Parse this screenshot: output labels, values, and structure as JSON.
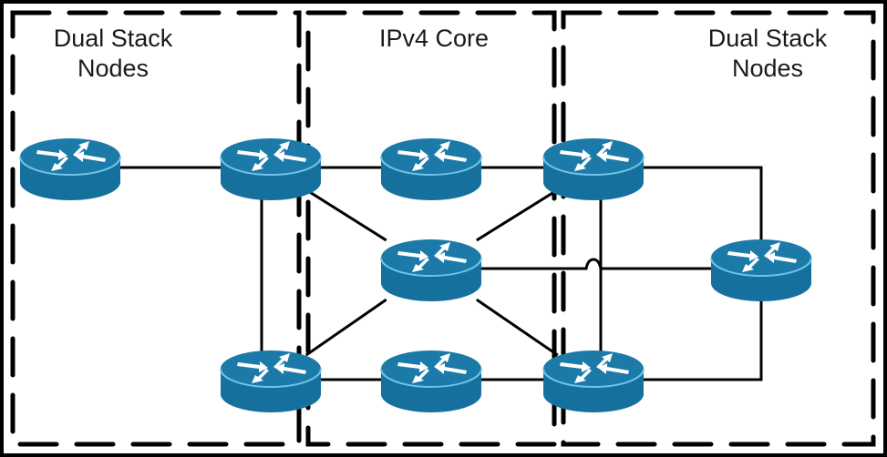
{
  "diagram": {
    "type": "network-topology",
    "zones": [
      {
        "id": "left",
        "label": "Dual Stack\nNodes",
        "style": "dashed"
      },
      {
        "id": "middle",
        "label": "IPv4 Core",
        "style": "dashed"
      },
      {
        "id": "right",
        "label": "Dual Stack\nNodes",
        "style": "dashed"
      }
    ],
    "node_icon": "router-icon",
    "colors": {
      "router_top": "#1b7aa8",
      "router_side": "#16709e",
      "router_rim": "#6fc3e8",
      "arrow": "#ffffff",
      "link": "#000000",
      "zone_border": "#000000"
    },
    "nodes": [
      {
        "id": "R1",
        "zone": "left"
      },
      {
        "id": "R2",
        "zone": "left"
      },
      {
        "id": "R3",
        "zone": "middle"
      },
      {
        "id": "R4",
        "zone": "right"
      },
      {
        "id": "R5",
        "zone": "middle"
      },
      {
        "id": "R6",
        "zone": "right"
      },
      {
        "id": "R7",
        "zone": "left"
      },
      {
        "id": "R8",
        "zone": "middle"
      },
      {
        "id": "R9",
        "zone": "right"
      }
    ],
    "links": [
      [
        "R1",
        "R2"
      ],
      [
        "R2",
        "R3"
      ],
      [
        "R3",
        "R4"
      ],
      [
        "R2",
        "R5"
      ],
      [
        "R4",
        "R5"
      ],
      [
        "R5",
        "R6"
      ],
      [
        "R4",
        "R6"
      ],
      [
        "R9",
        "R6"
      ],
      [
        "R2",
        "R7"
      ],
      [
        "R4",
        "R9"
      ],
      [
        "R7",
        "R8"
      ],
      [
        "R8",
        "R9"
      ],
      [
        "R7",
        "R5"
      ],
      [
        "R9",
        "R5"
      ]
    ]
  }
}
